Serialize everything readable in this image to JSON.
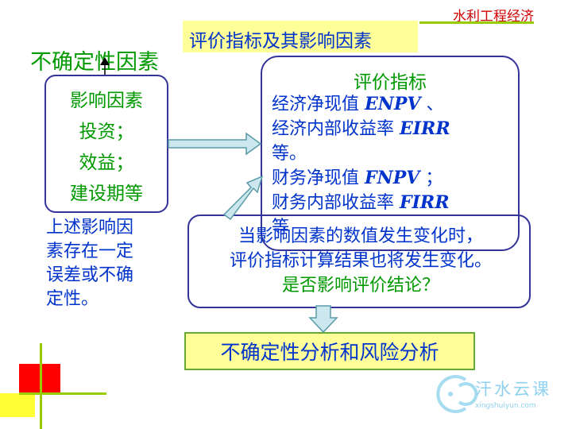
{
  "header": {
    "course_label": "水利工程经济"
  },
  "title": "评价指标及其影响因素",
  "uncertainty_heading": "不确定性因素",
  "factors_box": {
    "heading": "影响因素",
    "items": [
      "投资；",
      "效益；",
      "建设期等"
    ]
  },
  "note": {
    "lines": [
      "上述影响因",
      "素存在一定",
      "误差或不确",
      "定性。"
    ]
  },
  "indicators_box": {
    "heading": "评价指标",
    "lines": [
      {
        "text": "经济净现值 ",
        "abbr": "ENPV",
        "tail": " 、"
      },
      {
        "text": "经济内部收益率 ",
        "abbr": "EIRR",
        "tail": ""
      },
      {
        "text": "等。",
        "abbr": "",
        "tail": ""
      },
      {
        "text": "财务净现值 ",
        "abbr": "FNPV",
        "tail": " ；"
      },
      {
        "text": "财务内部收益率 ",
        "abbr": "FIRR",
        "tail": ""
      },
      {
        "text": "等",
        "abbr": "",
        "tail": ""
      }
    ]
  },
  "change_box": {
    "line1": "当影响因素的数值发生变化时，",
    "line2": "评价指标计算结果也将发生变化。",
    "line3": "是否影响评价结论？"
  },
  "result": "不确定性分析和风险分析",
  "logo": {
    "name": "汗水云课",
    "url": "xingshuiyun.com"
  },
  "colors": {
    "title_text": "#0033cc",
    "heading_green": "#009900",
    "highlight_yellow": "#ffff99",
    "box_border": "#333399",
    "arrow_fill": "#cce8ee",
    "arrow_stroke": "#5a9aa8",
    "header_red": "#d10000",
    "decor_green": "#99cc00",
    "decor_red": "#ff0000",
    "decor_yellow": "#ffff33"
  }
}
